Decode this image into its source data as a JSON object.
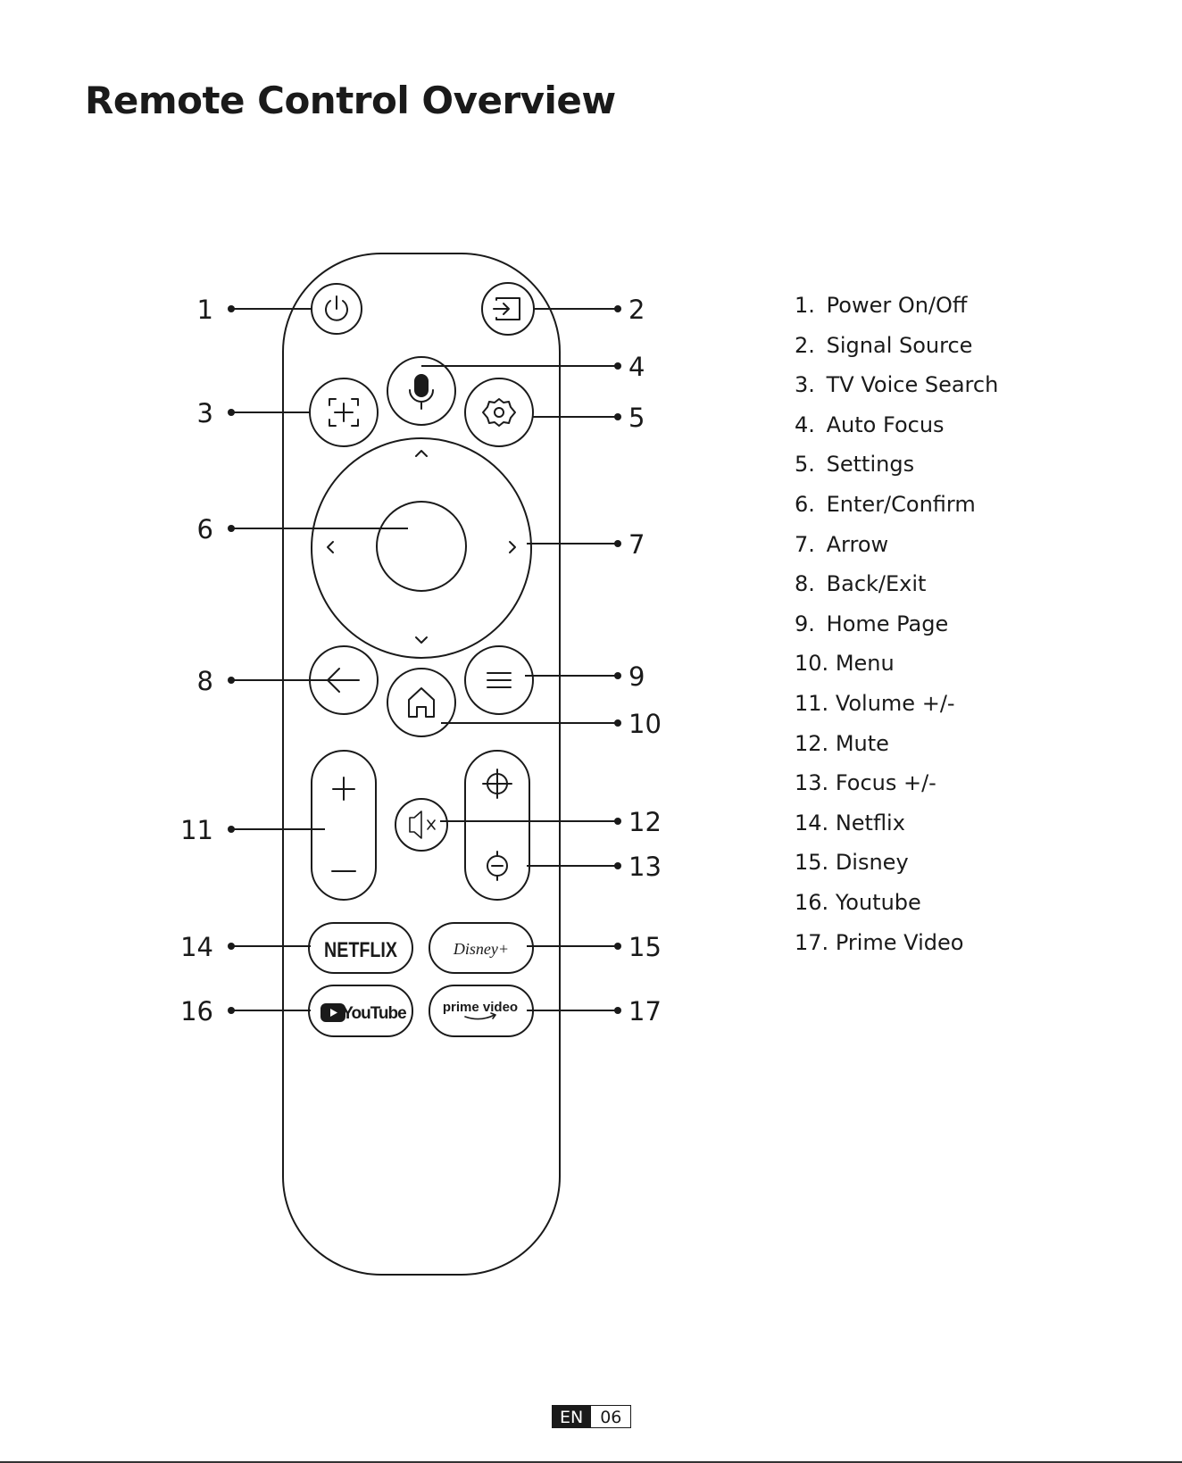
{
  "title": "Remote Control Overview",
  "callouts": [
    "1",
    "2",
    "3",
    "4",
    "5",
    "6",
    "7",
    "8",
    "9",
    "10",
    "11",
    "12",
    "13",
    "14",
    "15",
    "16",
    "17"
  ],
  "brands": {
    "netflix": "NETFLIX",
    "disney": "Disney+",
    "youtube": "YouTube",
    "prime": "prime video"
  },
  "legend": [
    {
      "num": "1.",
      "label": "Power On/Off"
    },
    {
      "num": "2.",
      "label": "Signal Source"
    },
    {
      "num": "3.",
      "label": "TV Voice Search"
    },
    {
      "num": "4.",
      "label": "Auto Focus"
    },
    {
      "num": "5.",
      "label": "Settings"
    },
    {
      "num": "6.",
      "label": "Enter/Confirm"
    },
    {
      "num": "7.",
      "label": "Arrow"
    },
    {
      "num": "8.",
      "label": "Back/Exit"
    },
    {
      "num": "9.",
      "label": "Home Page"
    },
    {
      "num": "10.",
      "label": "Menu"
    },
    {
      "num": "11.",
      "label": "Volume +/-"
    },
    {
      "num": "12.",
      "label": "Mute"
    },
    {
      "num": "13.",
      "label": "Focus +/-"
    },
    {
      "num": "14.",
      "label": "Netflix"
    },
    {
      "num": "15.",
      "label": "Disney"
    },
    {
      "num": "16.",
      "label": "Youtube"
    },
    {
      "num": "17.",
      "label": "Prime Video"
    }
  ],
  "page": {
    "lang": "EN",
    "number": "06"
  }
}
